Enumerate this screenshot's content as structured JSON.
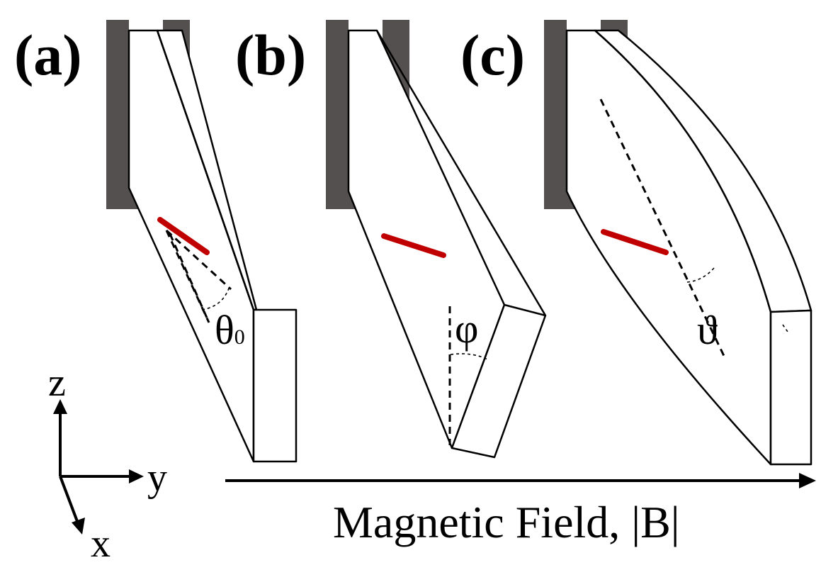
{
  "panels": [
    {
      "label": "(a)",
      "angle_symbol": "θ",
      "angle_subscript": "0"
    },
    {
      "label": "(b)",
      "angle_symbol": "φ",
      "angle_subscript": ""
    },
    {
      "label": "(c)",
      "angle_symbol": "ϑ",
      "angle_subscript": ""
    }
  ],
  "axes": {
    "z": "z",
    "y": "y",
    "x": "x"
  },
  "field_arrow": {
    "label": "Magnetic Field, |B|"
  },
  "colors": {
    "clamp": "#545050",
    "needle": "#c00000",
    "lines": "#000000",
    "background": "#ffffff"
  }
}
